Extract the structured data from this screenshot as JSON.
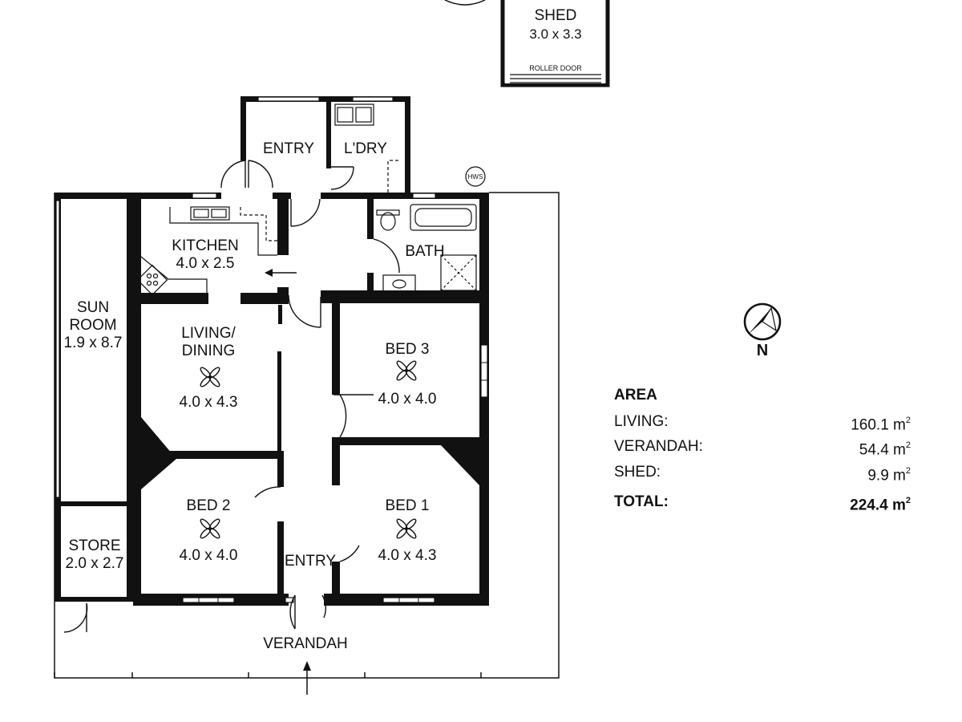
{
  "rooms": {
    "shed": {
      "name": "SHED",
      "size": "3.0 x 3.3",
      "door": "ROLLER DOOR"
    },
    "entry_rear": {
      "name": "ENTRY"
    },
    "laundry": {
      "name": "L'DRY"
    },
    "kitchen": {
      "name": "KITCHEN",
      "size": "4.0 x 2.5"
    },
    "bath": {
      "name": "BATH"
    },
    "sunroom": {
      "line1": "SUN",
      "line2": "ROOM",
      "size": "1.9 x 8.7"
    },
    "living": {
      "line1": "LIVING/",
      "line2": "DINING",
      "size": "4.0 x 4.3"
    },
    "bed3": {
      "name": "BED 3",
      "size": "4.0 x 4.0"
    },
    "bed2": {
      "name": "BED 2",
      "size": "4.0 x 4.0"
    },
    "bed1": {
      "name": "BED 1",
      "size": "4.0 x 4.3"
    },
    "store": {
      "name": "STORE",
      "size": "2.0 x 2.7"
    },
    "entry_front": {
      "name": "ENTRY"
    },
    "verandah": {
      "name": "VERANDAH"
    }
  },
  "fixtures": {
    "hws": "HWS"
  },
  "compass": {
    "label": "N"
  },
  "area": {
    "title": "AREA",
    "unit": "m",
    "unit_power": "2",
    "rows": [
      {
        "label": "LIVING:",
        "value": "160.1"
      },
      {
        "label": "VERANDAH:",
        "value": "54.4"
      },
      {
        "label": "SHED:",
        "value": "9.9"
      }
    ],
    "total": {
      "label": "TOTAL:",
      "value": "224.4"
    }
  }
}
